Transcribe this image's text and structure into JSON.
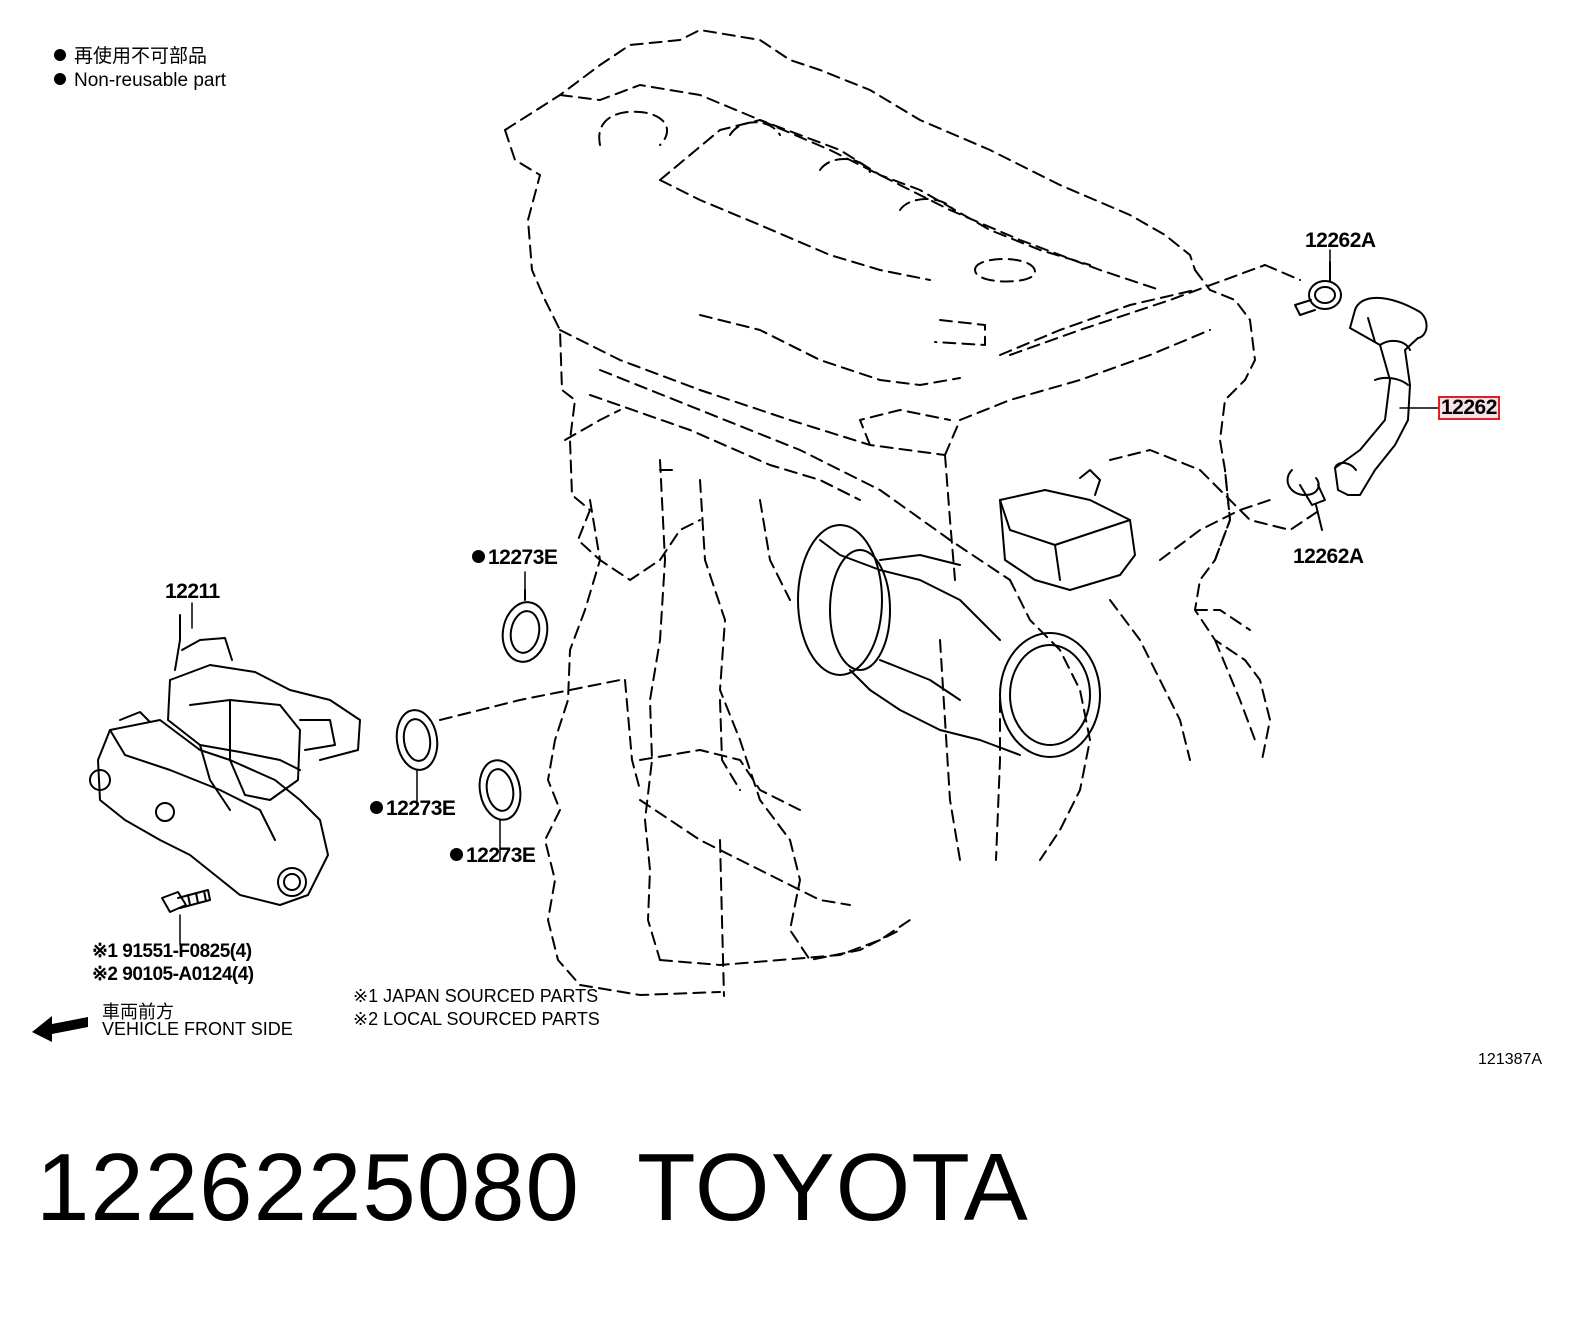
{
  "legend": {
    "non_reusable_jp": "再使用不可部品",
    "non_reusable_en": "Non-reusable part"
  },
  "callouts": {
    "part_12211": "12211",
    "part_12273e_top": "12273E",
    "part_12273e_left": "12273E",
    "part_12273e_bottom": "12273E",
    "part_12262a_top": "12262A",
    "part_12262a_bottom": "12262A",
    "part_12262_highlighted": "12262"
  },
  "bolts": {
    "line1": "※1 91551-F0825(4)",
    "line2": "※2 90105-A0124(4)"
  },
  "vehicle_front": {
    "jp": "車両前方",
    "en": "VEHICLE FRONT SIDE"
  },
  "sourcing_notes": {
    "japan": "※1 JAPAN SOURCED PARTS",
    "local": "※2 LOCAL SOURCED PARTS"
  },
  "illustration_code": "121387A",
  "part_number": "1226225080",
  "brand": "TOYOTA",
  "colors": {
    "line": "#000000",
    "highlight_border": "#e02020",
    "highlight_fill": "#f6e2e6"
  }
}
